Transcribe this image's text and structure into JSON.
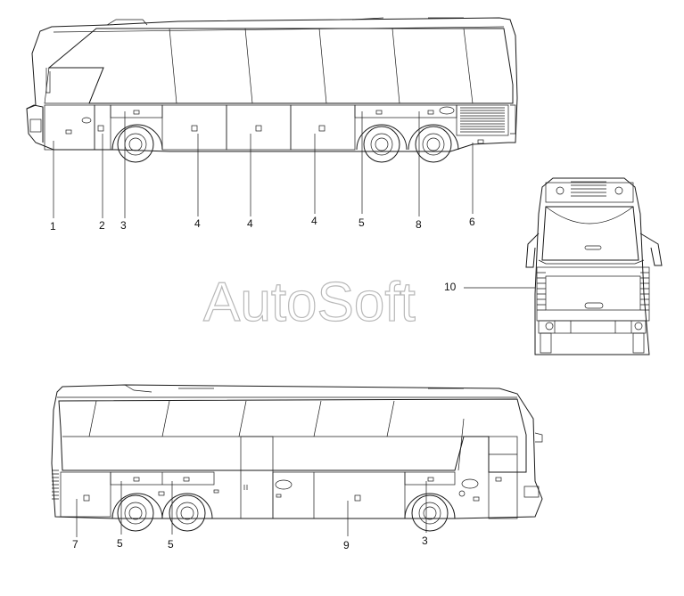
{
  "watermark": "AutoSoft",
  "callouts": {
    "top_1": "1",
    "top_2": "2",
    "top_3": "3",
    "top_4a": "4",
    "top_4b": "4",
    "top_4c": "4",
    "top_5": "5",
    "top_8": "8",
    "top_6": "6",
    "front_10": "10",
    "bottom_7": "7",
    "bottom_5a": "5",
    "bottom_5b": "5",
    "bottom_9": "9",
    "bottom_3": "3"
  }
}
